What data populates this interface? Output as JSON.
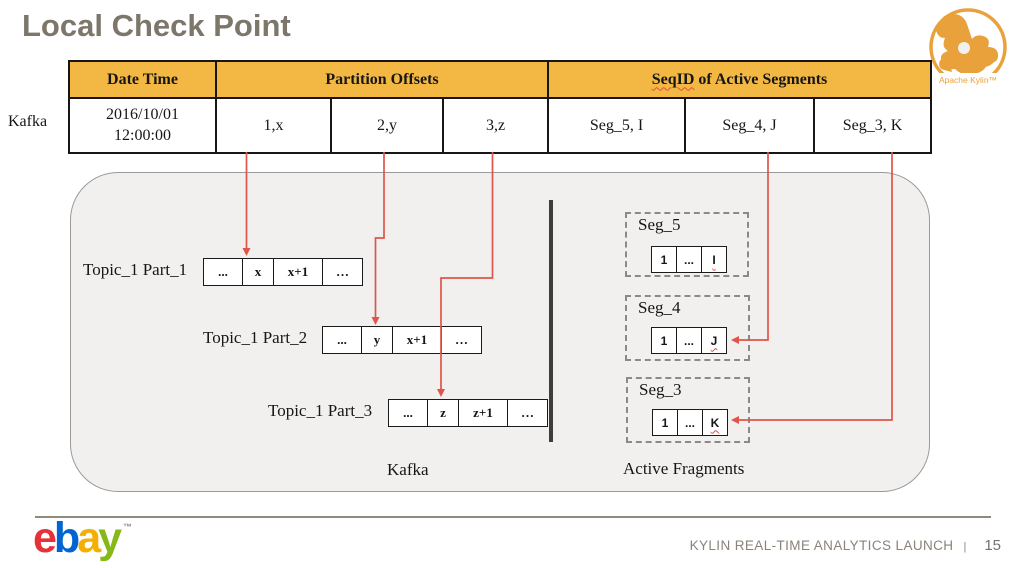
{
  "slide": {
    "title": "Local Check Point",
    "kafka_row_label": "Kafka"
  },
  "logo_kylin": {
    "label": "Apache Kylin™"
  },
  "table": {
    "header": {
      "date_time": "Date Time",
      "partition_offsets": "Partition Offsets",
      "seqid_word": "SeqID",
      "seqid_rest": " of Active Segments"
    },
    "row": {
      "date_line1": "2016/10/01",
      "date_line2": "12:00:00",
      "offsets": [
        "1,x",
        "2,y",
        "3,z"
      ],
      "segments": [
        "Seg_5, I",
        "Seg_4, J",
        "Seg_3, K"
      ]
    }
  },
  "diagram": {
    "topics": [
      {
        "label": "Topic_1 Part_1",
        "cells": [
          "...",
          "x",
          "x+1",
          "…"
        ]
      },
      {
        "label": "Topic_1 Part_2",
        "cells": [
          "...",
          "y",
          "x+1",
          "…"
        ]
      },
      {
        "label": "Topic_1 Part_3",
        "cells": [
          "...",
          "z",
          "z+1",
          "…"
        ]
      }
    ],
    "segments": [
      {
        "label": "Seg_5",
        "cells": [
          "1",
          "...",
          "I"
        ]
      },
      {
        "label": "Seg_4",
        "cells": [
          "1",
          "...",
          "J"
        ]
      },
      {
        "label": "Seg_3",
        "cells": [
          "1",
          "...",
          "K"
        ]
      }
    ],
    "kafka_label": "Kafka",
    "fragments_label": "Active Fragments"
  },
  "footer": {
    "brand_letters": [
      "e",
      "b",
      "a",
      "y"
    ],
    "tm": "™",
    "caption": "KYLIN REAL-TIME ANALYTICS LAUNCH",
    "separator": "|",
    "page": "15"
  },
  "colors": {
    "header_bg": "#F3B844",
    "arrow_red": "#DF5549",
    "title_gray": "#7D766B",
    "kylin_orange": "#E9A23B",
    "container_bg": "#F1F0EF",
    "ebay": {
      "e": "#E53238",
      "b": "#0064D2",
      "a": "#F5AF02",
      "y": "#86B817"
    },
    "footer_text": "#8A8379"
  }
}
